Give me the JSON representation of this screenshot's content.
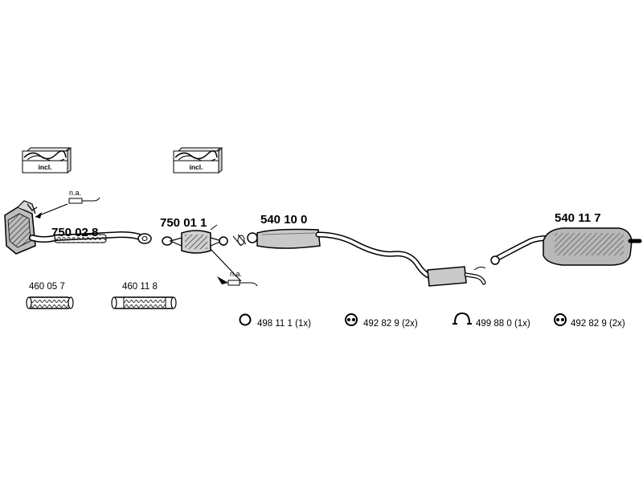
{
  "kits": [
    {
      "label": "incl."
    },
    {
      "label": "incl."
    }
  ],
  "parts": {
    "front_pipe": "750 02 8",
    "catalyst": "750 01 1",
    "center_silencer": "540 10 0",
    "rear_silencer": "540 11 7",
    "flex_pipe_1": "460 05 7",
    "flex_pipe_2": "460 11 8"
  },
  "sensors": [
    {
      "label": "n.a."
    },
    {
      "label": "n.a."
    }
  ],
  "accessories": [
    {
      "code": "498 11 1 (1x)",
      "icon": "ring-icon"
    },
    {
      "code": "492 82 9 (2x)",
      "icon": "rubber-mount-icon"
    },
    {
      "code": "499 88 0 (1x)",
      "icon": "clamp-icon"
    },
    {
      "code": "492 82 9 (2x)",
      "icon": "rubber-mount-icon"
    }
  ]
}
